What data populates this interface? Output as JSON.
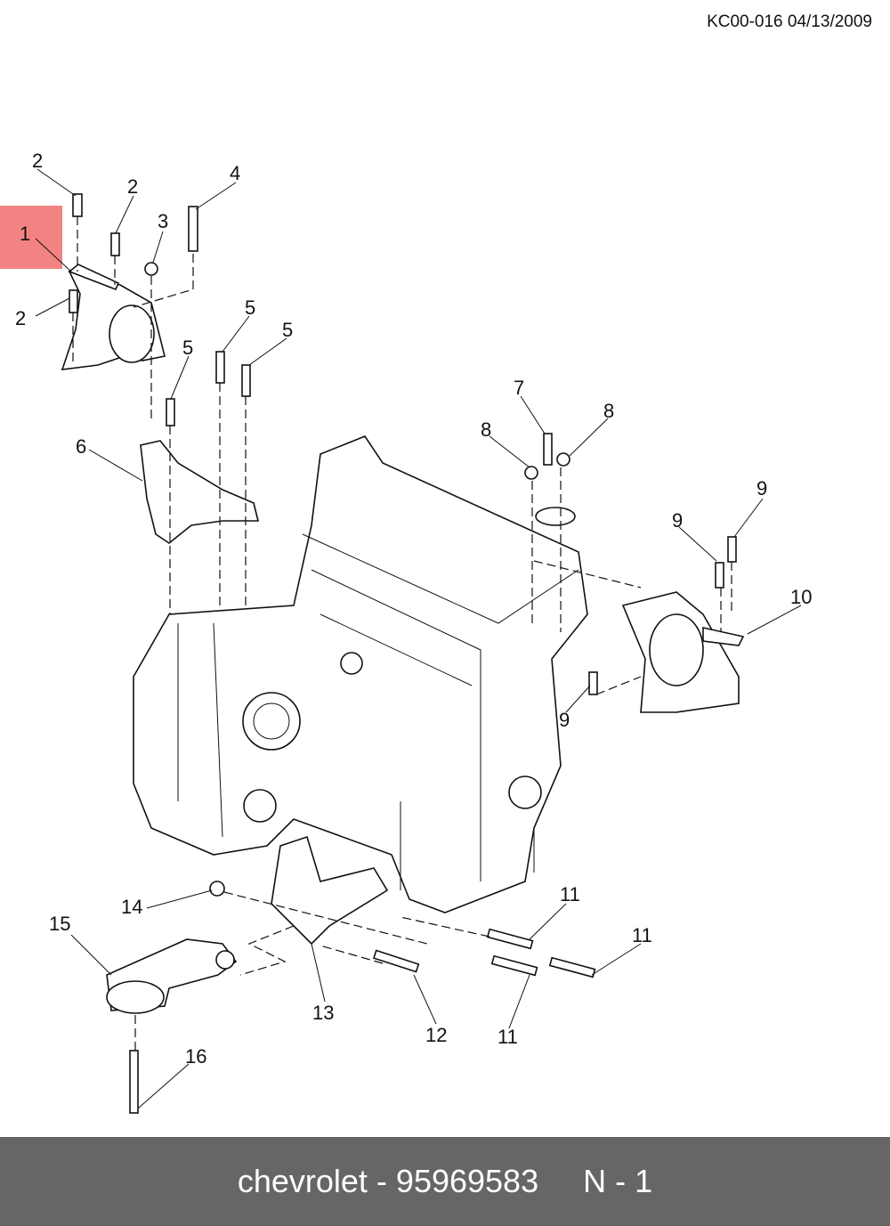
{
  "header": {
    "doc_ref": "KC00-016 04/13/2009"
  },
  "highlight": {
    "callout": "1",
    "color": "#f06464"
  },
  "callouts": [
    "1",
    "2",
    "2",
    "2",
    "3",
    "4",
    "5",
    "5",
    "5",
    "6",
    "7",
    "8",
    "8",
    "9",
    "9",
    "9",
    "10",
    "11",
    "11",
    "11",
    "12",
    "13",
    "14",
    "15",
    "16"
  ],
  "footer": {
    "brand_part": "chevrolet - 95969583",
    "position": "N - 1"
  }
}
